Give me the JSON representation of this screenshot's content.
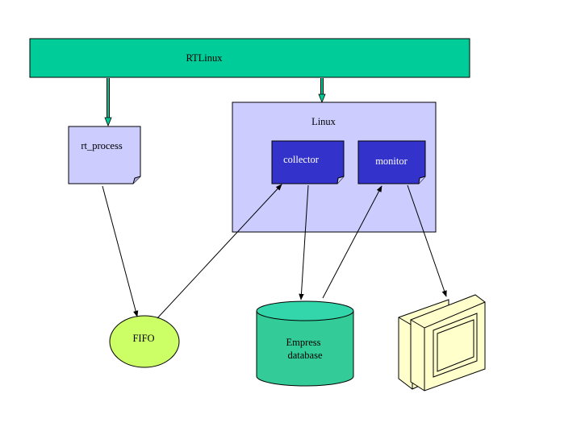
{
  "blocks": {
    "rtlinux": "RTLinux",
    "linux": "Linux",
    "rt_process": "rt_process",
    "collector": "collector",
    "monitor": "monitor",
    "fifo": "FIFO",
    "database_line1": "Empress",
    "database_line2": "database"
  },
  "icons": {
    "terminal": "monitor-terminal-icon"
  },
  "colors": {
    "rtlinux_bar": "#00cc99",
    "linux_box": "#ccccff",
    "process_note": "#ccccff",
    "dark_note": "#3333cc",
    "fifo": "#ccff66",
    "database": "#33cc99",
    "database_top": "#33d6aa",
    "terminal": "#ffffcc"
  }
}
